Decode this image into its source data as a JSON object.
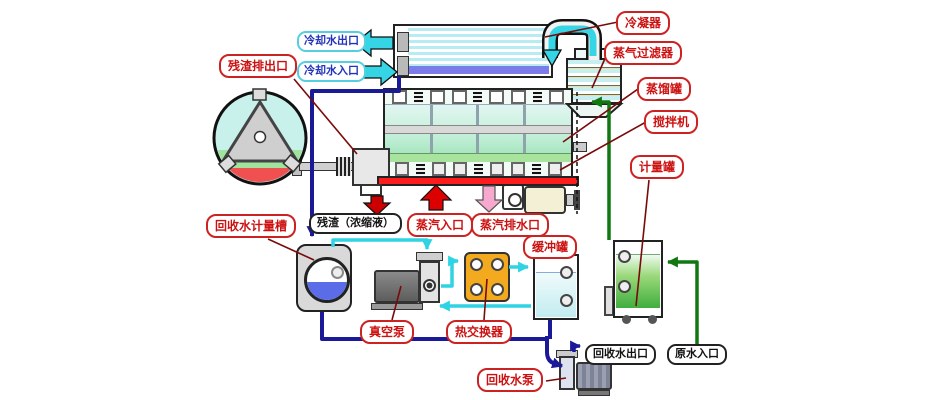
{
  "diagram": {
    "type": "process-flow-diagram",
    "labels": {
      "cooling_water_outlet": "冷却水出口",
      "cooling_water_inlet": "冷却水入口",
      "condenser": "冷凝器",
      "steam_filter": "蒸气过滤器",
      "distillation_tank": "蒸馏罐",
      "agitator": "搅拌机",
      "metering_tank": "计量罐",
      "residue_discharge_port": "残渣排出口",
      "recovered_water_metering_tank": "回收水计量槽",
      "residue_concentrate": "残渣（浓缩液）",
      "steam_inlet": "蒸汽入口",
      "steam_drain_port": "蒸汽排水口",
      "buffer_tank": "缓冲罐",
      "vacuum_pump": "真空泵",
      "heat_exchanger": "热交换器",
      "recovery_water_pump": "回收水泵",
      "recovered_water_outlet": "回收水出口",
      "raw_water_inlet": "原水入口"
    },
    "colors": {
      "label_red": "#cc1111",
      "label_cyan_border": "#55cfe0",
      "label_blue_text": "#2233bb",
      "pipe_navy": "#1a1a99",
      "pipe_cyan": "#2fd4e4",
      "pipe_green": "#117711",
      "leader_dark_red": "#7a0a0a",
      "heater_red": "#ff1c1c",
      "heat_exchanger_orange": "#f3aa1e",
      "steam_drain_pink": "#f7a8cf"
    }
  }
}
